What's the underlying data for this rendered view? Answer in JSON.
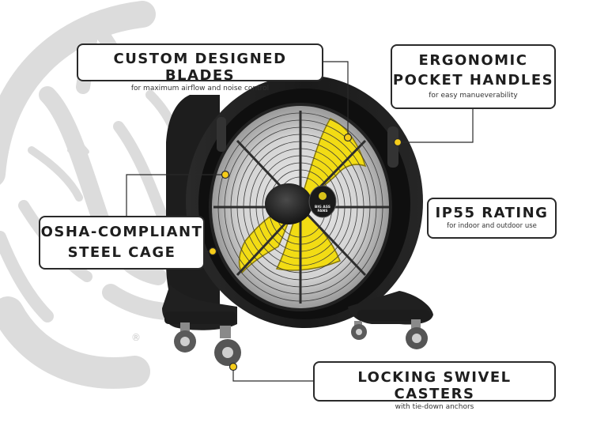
{
  "callouts": {
    "blades": {
      "title": "CUSTOM DESIGNED BLADES",
      "subtitle": "for maximum airflow and noise control"
    },
    "handles": {
      "title_line1": "ERGONOMIC",
      "title_line2": "POCKET HANDLES",
      "subtitle": "for easy manueverability"
    },
    "cage": {
      "title_line1": "OSHA-COMPLIANT",
      "title_line2": "STEEL CAGE"
    },
    "rating": {
      "title": "IP55 RATING",
      "subtitle": "for indoor and outdoor use"
    },
    "casters": {
      "title": "LOCKING SWIVEL CASTERS",
      "subtitle": "with tie-down anchors"
    }
  },
  "hub_logo": {
    "line1": "BIG ASS",
    "line2": "FANS"
  },
  "registered_mark": "®",
  "colors": {
    "background": "#ffffff",
    "watermark": "#dcdcdc",
    "fan_body": "#1b1b1b",
    "blade_yellow": "#f2dc14",
    "marker": "#f5cc1a",
    "callout_border": "#2a2a2a"
  }
}
